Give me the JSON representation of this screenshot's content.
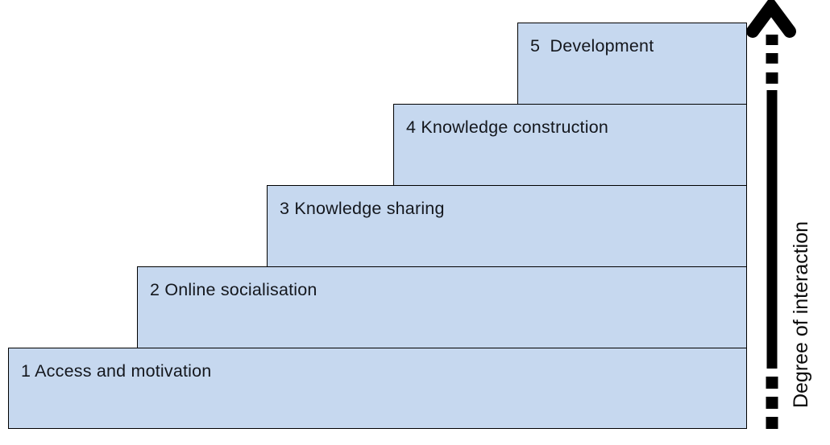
{
  "diagram": {
    "type": "staircase-model",
    "steps": [
      {
        "number": "1",
        "label": "Access and motivation",
        "text": "1 Access and motivation"
      },
      {
        "number": "2",
        "label": "Online socialisation",
        "text": "2 Online socialisation"
      },
      {
        "number": "3",
        "label": "Knowledge sharing",
        "text": "3 Knowledge sharing"
      },
      {
        "number": "4",
        "label": "Knowledge construction",
        "text": "4 Knowledge construction"
      },
      {
        "number": "5",
        "label": "Development",
        "text": "5  Development"
      }
    ],
    "axis_label": "Degree of interaction",
    "arrow": {
      "direction": "up",
      "style": "dashed ends, solid middle, chevron head at top"
    },
    "colors": {
      "step_fill": "#c6d8ef",
      "step_border": "#000000",
      "arrow": "#000000",
      "text": "#14171d",
      "background": "#ffffff"
    }
  }
}
